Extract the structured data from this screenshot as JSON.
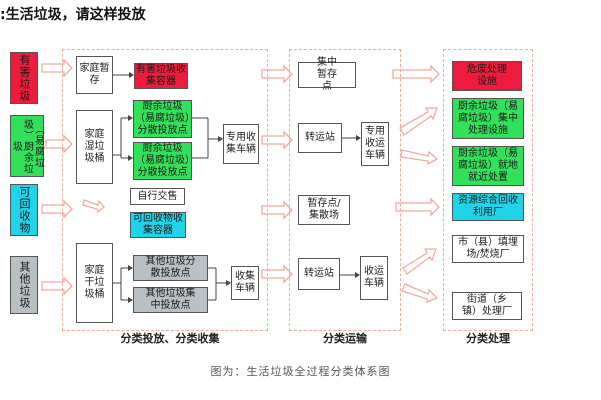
{
  "heading": ":生活垃圾，请这样投放",
  "caption": "图为：生活垃圾全过程分类体系图",
  "stages": {
    "collect": "分类投放、分类收集",
    "transport": "分类运输",
    "process": "分类处理"
  },
  "sources": {
    "hazardous": "有害垃圾",
    "kitchen": "（易腐垃圾）厨余垃圾",
    "recyclable": "可回收物",
    "other": "其他垃圾"
  },
  "collection": {
    "home_temp": "家庭暂存",
    "hazard_container": "有害垃圾收集容器",
    "home_wet_bin": "家庭湿垃圾桶",
    "kitchen_point": "厨余垃圾（易腐垃圾）分散投放点",
    "kitchen_point2": "厨余垃圾（易腐垃圾）分散投放点",
    "special_vehicle": "专用收集车辆",
    "self_deliver": "自行交售",
    "recycle_container": "可回收物收集容器",
    "home_dry_bin": "家庭干垃圾桶",
    "other_scatter": "其他垃圾分散投放点",
    "other_central": "其他垃圾集中投放点",
    "collect_vehicle": "收集车辆"
  },
  "transport": {
    "central_temp": "集中暂存点",
    "transfer1": "转运站",
    "special_transport": "专用收运车辆",
    "temp_yard": "暂存点/集散场",
    "transfer2": "转运站",
    "transport_vehicle": "收运车辆"
  },
  "processing": {
    "hazard_facility": "危废处理设施",
    "kitchen_central": "厨余垃圾（易腐垃圾）集中处理设施",
    "kitchen_local": "厨余垃圾（易腐垃圾）就地就近处置",
    "recycle_plant": "资源综合回收利用厂",
    "landfill": "市（县）填埋场/焚烧厂",
    "street_plant": "街道（乡镇）处理厂"
  },
  "colors": {
    "hazardous": "#ee1c3c",
    "kitchen": "#33e05a",
    "recyclable": "#1fd3e8",
    "other": "#b9c0c4",
    "dash": "#f3a9a0"
  }
}
